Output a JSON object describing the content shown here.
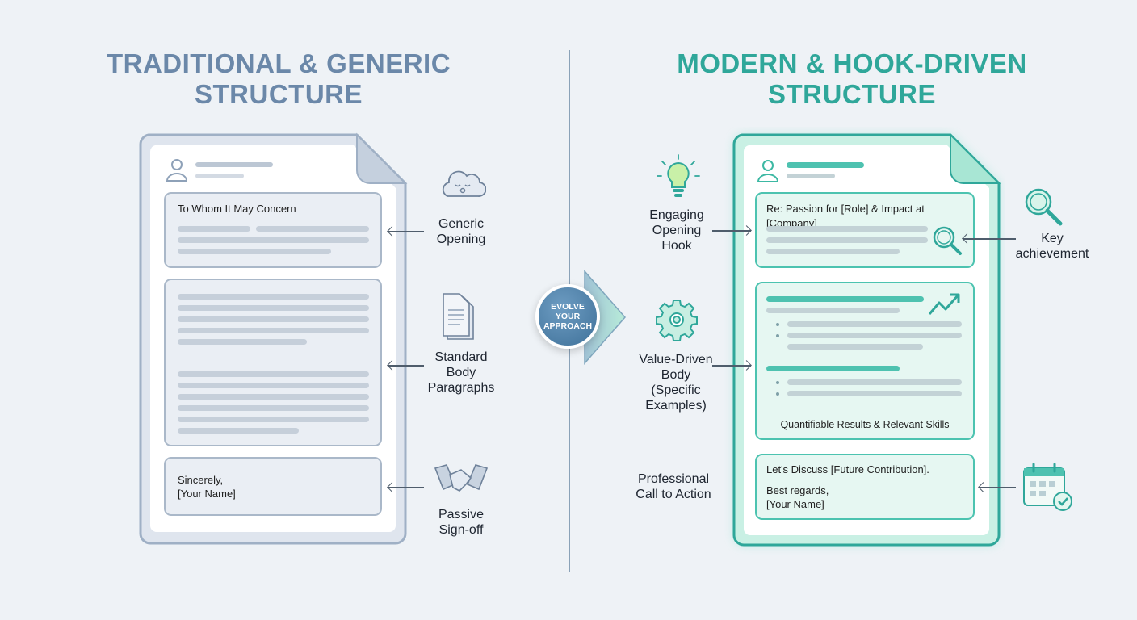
{
  "left": {
    "title_line1": "TRADITIONAL & GENERIC",
    "title_line2": "STRUCTURE",
    "opening_text": "To Whom It May Concern",
    "signoff_line1": "Sincerely,",
    "signoff_line2": "[Your Name]",
    "labels": {
      "opening": [
        "Generic",
        "Opening"
      ],
      "body": [
        "Standard",
        "Body",
        "Paragraphs"
      ],
      "signoff": [
        "Passive",
        "Sign-off"
      ]
    }
  },
  "right": {
    "title_line1": "MODERN & HOOK-DRIVEN",
    "title_line2": "STRUCTURE",
    "opening_text": "Re: Passion for [Role] & Impact at [Company]",
    "body_caption": "Quantifiable Results & Relevant Skills",
    "cta_line1": "Let's Discuss [Future Contribution].",
    "cta_line2": "Best regards,",
    "cta_line3": "[Your Name]",
    "labels": {
      "opening": [
        "Engaging",
        "Opening",
        "Hook"
      ],
      "body": [
        "Value-Driven",
        "Body",
        "(Specific",
        "Examples)"
      ],
      "cta": [
        "Professional",
        "Call to Action"
      ],
      "key": [
        "Key",
        "achievement"
      ]
    }
  },
  "badge": [
    "EVOLVE",
    "YOUR",
    "APPROACH"
  ],
  "colors": {
    "left_accent": "#6b88a9",
    "right_accent": "#2fa79a",
    "background": "#eef2f6"
  }
}
